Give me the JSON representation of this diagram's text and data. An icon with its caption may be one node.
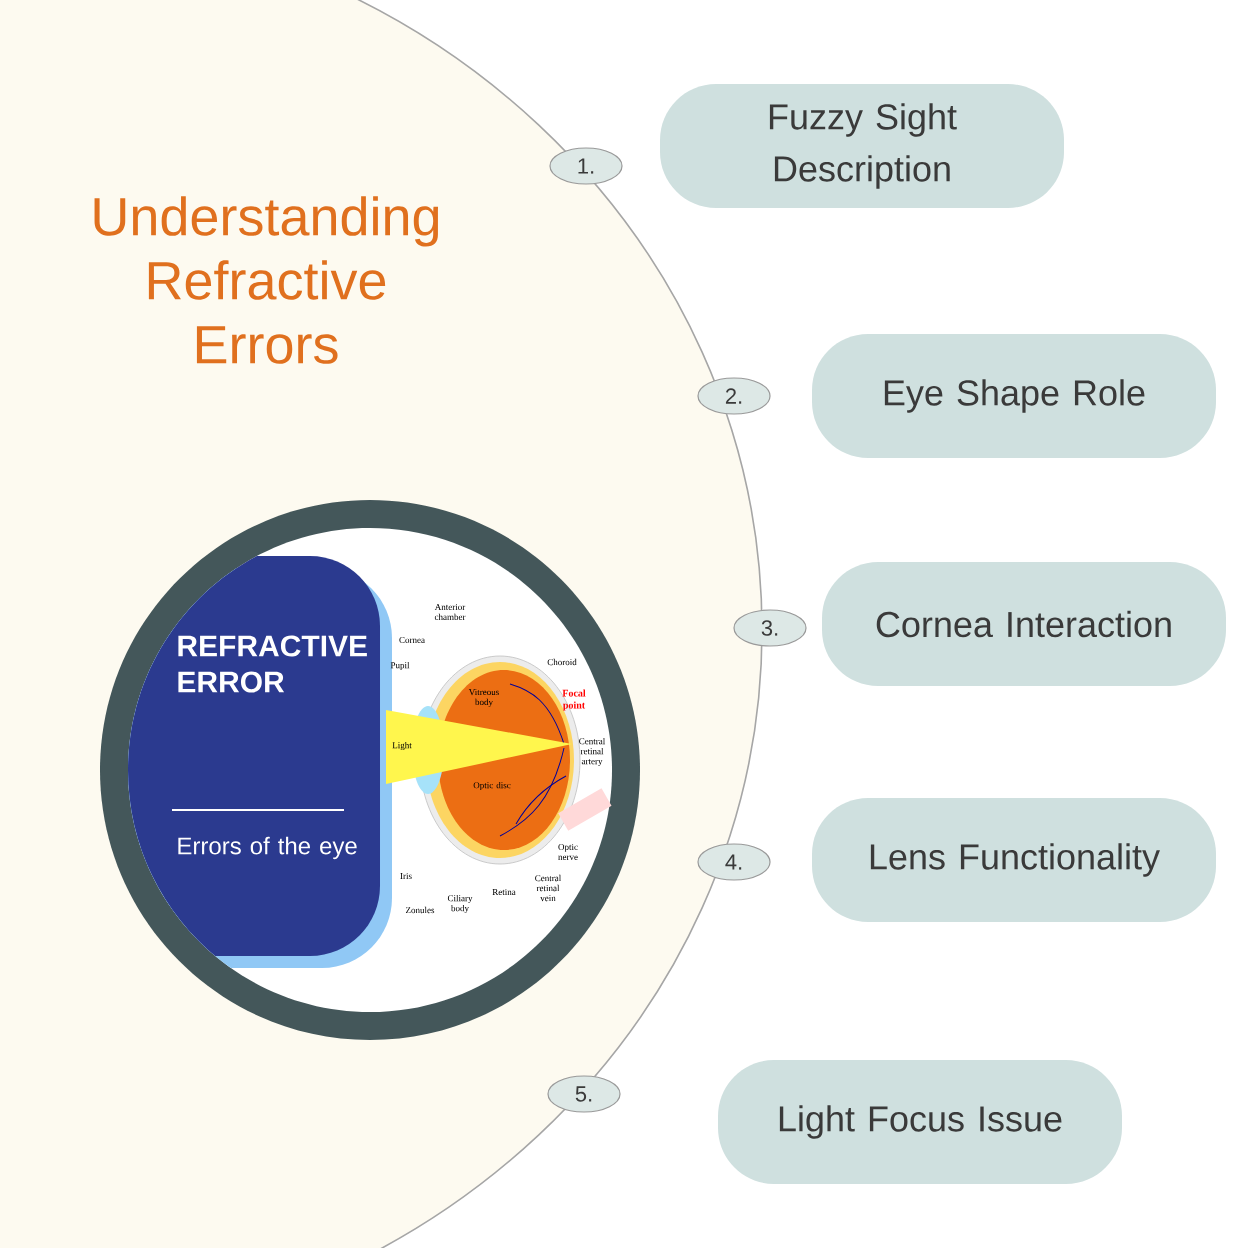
{
  "diagram": {
    "title": "Understanding Refractive Errors",
    "nodes": [
      {
        "text": [
          "1."
        ]
      },
      {
        "text": [
          "Fuzzy Sight Description"
        ]
      },
      {
        "text": [
          "2."
        ]
      },
      {
        "text": [
          "Eye Shape Role"
        ]
      },
      {
        "text": [
          "3."
        ]
      },
      {
        "text": [
          "Cornea Interaction"
        ]
      },
      {
        "text": [
          "4."
        ]
      },
      {
        "text": [
          "Lens Functionality"
        ]
      },
      {
        "text": [
          "5."
        ]
      },
      {
        "text": [
          "Light Focus Issue"
        ]
      }
    ],
    "labels": [
      "REFRACTIVE ERROR",
      "Errors of the eye",
      "Anterior chamber",
      "Cornea",
      "Pupil",
      "Choroid",
      "Vitreous body",
      "Focal point",
      "Light",
      "Central retinal artery",
      "Optic disc",
      "Optic nerve",
      "Iris",
      "Central retinal vein",
      "Zonules",
      "Ciliary body",
      "Retina"
    ]
  }
}
